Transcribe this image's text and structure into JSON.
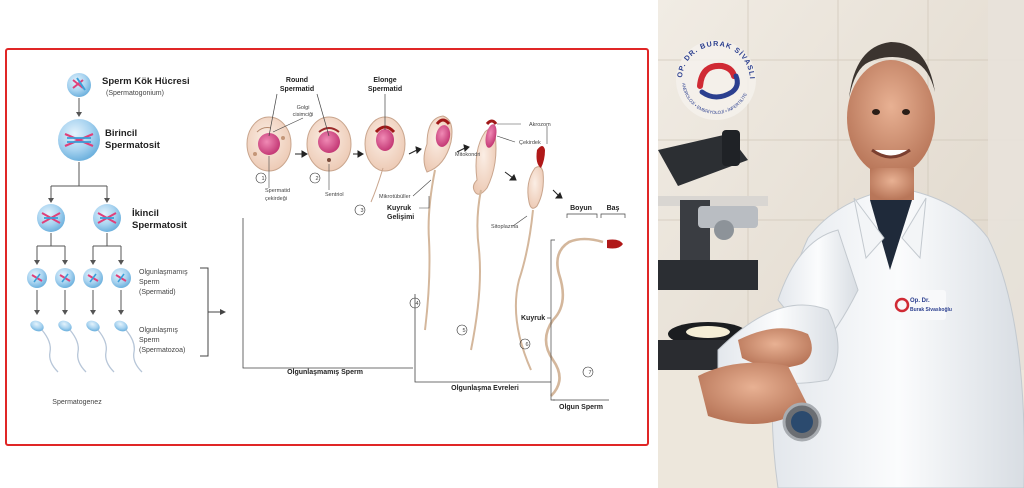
{
  "diagram": {
    "left": {
      "stem_cell": "Sperm Kök Hücresi",
      "stem_cell_sub": "(Spermatogonium)",
      "primary_1": "Birincil",
      "primary_2": "Spermatosit",
      "secondary_1": "İkincil",
      "secondary_2": "Spermatosit",
      "immature_1": "Olgunlaşmamış",
      "immature_2": "Sperm",
      "immature_3": "(Spermatid)",
      "mature_1": "Olgunlaşmış",
      "mature_2": "Sperm",
      "mature_3": "(Spermatozoa)",
      "footer": "Spermatogenez"
    },
    "right": {
      "round_spermatid_1": "Round",
      "round_spermatid_2": "Spermatid",
      "elonge_1": "Elonge",
      "elonge_2": "Spermatid",
      "golgi_1": "Golgi",
      "golgi_2": "cisimciği",
      "spermatid_nucleus_1": "Spermatid",
      "spermatid_nucleus_2": "çekirdeği",
      "sentriol": "Sentriol",
      "mikrotubuller": "Mikrotübüller",
      "kuyruk_gelisimi_1": "Kuyruk",
      "kuyruk_gelisimi_2": "Gelişimi",
      "mitokondri": "Mitokondri",
      "akrozom": "Akrozom",
      "cekirdek": "Çekirdek",
      "sitoplazma": "Sitoplazma",
      "boyun": "Boyun",
      "bas": "Baş",
      "kuyruk": "Kuyruk",
      "immature_sperm": "Olgunlaşmamış Sperm",
      "stages": "Olgunlaşma Evreleri",
      "mature_sperm": "Olgun Sperm",
      "steps": [
        "1",
        "2",
        "3",
        "4",
        "5",
        "6",
        "7"
      ]
    }
  },
  "photo": {
    "logo_arc_text": "OP. DR. BURAK SİVASLIOĞLU",
    "logo_sub_text": "ANDROLOJİ • EMBRİYOLOJİ • İNFERTİLİTE",
    "badge_text_1": "Op. Dr.",
    "badge_text_2": "Burak Sivaslıoğlu"
  },
  "colors": {
    "frame_red": "#e02626",
    "cell_blue": "#8fc6ea",
    "chromosome_pink": "#e0407a",
    "chromosome_blue": "#3a9fd8",
    "nucleus_pink": "#d44c86",
    "acrosome_red": "#b01818",
    "cytoplasm": "#f3d7c6",
    "logo_red": "#d02a34",
    "logo_blue": "#2b3f8f",
    "coat_white": "#f2f4f6",
    "wall_tile": "#e9e3da"
  }
}
